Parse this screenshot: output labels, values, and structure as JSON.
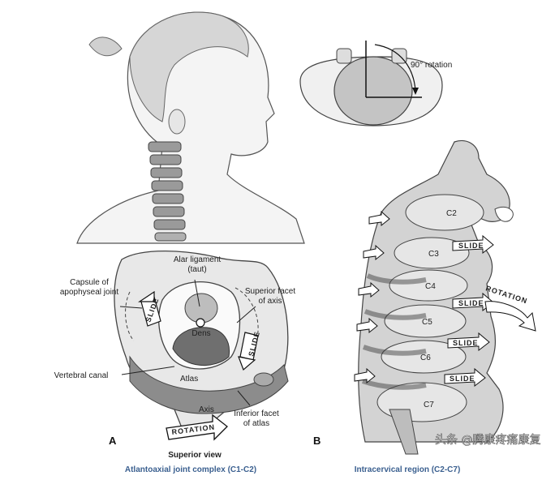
{
  "labels": {
    "rotation_90": "90° rotation",
    "c2": "C2",
    "c3": "C3",
    "c4": "C4",
    "c5": "C5",
    "c6": "C6",
    "c7": "C7",
    "slide": "SLIDE",
    "rotation": "ROTATION",
    "alar_ligament": "Alar ligament",
    "taut": "(taut)",
    "capsule_line1": "Capsule of",
    "capsule_line2": "apophyseal joint",
    "superior_facet_line1": "Superior facet",
    "superior_facet_line2": "of axis",
    "dens": "Dens",
    "vertebral_canal": "Vertebral canal",
    "atlas": "Atlas",
    "axis": "Axis",
    "inferior_facet_line1": "Inferior facet",
    "inferior_facet_line2": "of atlas",
    "panel_a": "A",
    "panel_b": "B",
    "superior_view": "Superior view",
    "caption_a": "Atlantoaxial joint complex (C1-C2)",
    "caption_b": "Intracervical region (C2-C7)",
    "watermark": "头条 @腾康疼痛康复"
  },
  "colors": {
    "ink": "#222222",
    "bone": "#c9c9c9",
    "bone_dark": "#7d7d7d",
    "caption_blue": "#3a5f8f"
  }
}
